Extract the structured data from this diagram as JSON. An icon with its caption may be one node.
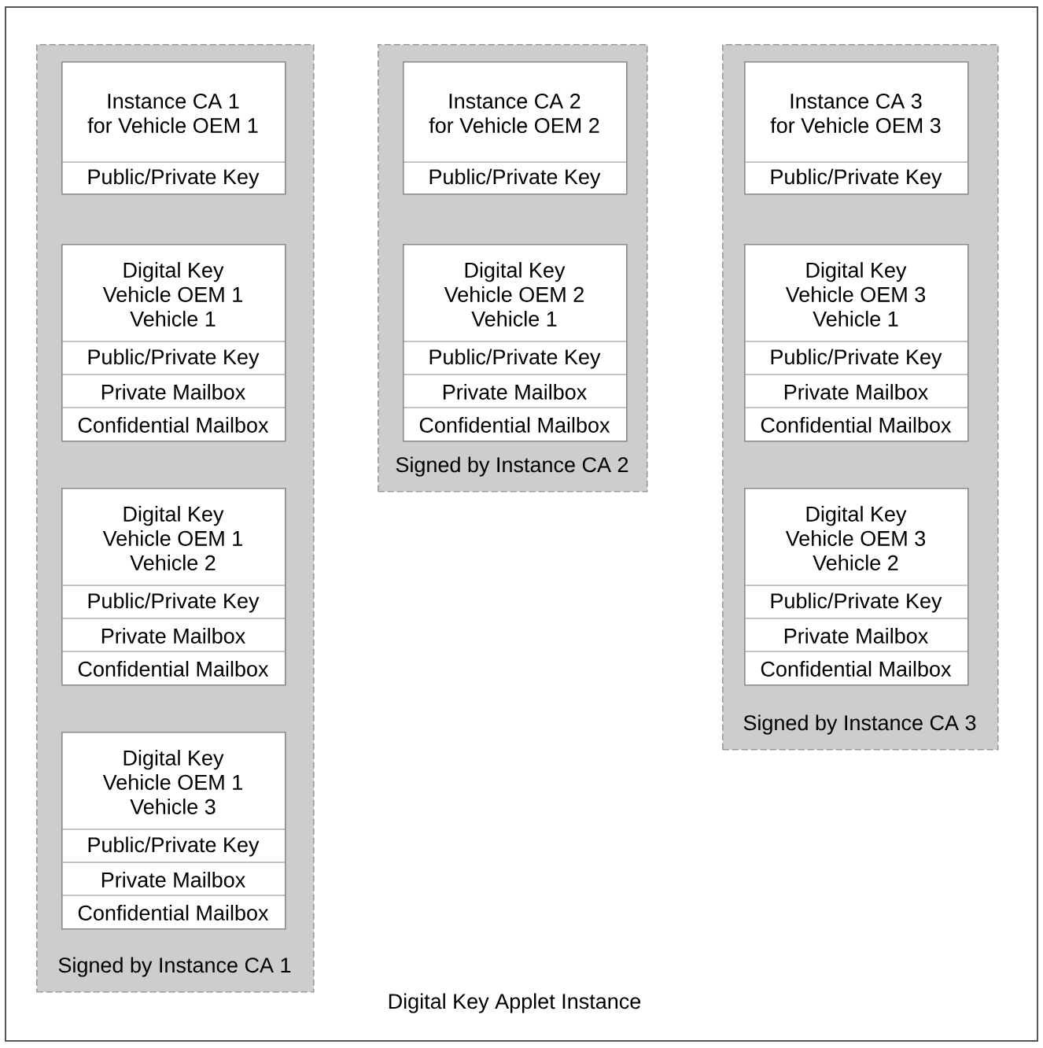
{
  "diagram": {
    "nodes": [
      {
        "text": [
          "Digital Key Applet Instance"
        ]
      },
      {
        "text": [
          "Signed by Instance CA 1"
        ],
        "in": 0
      },
      {
        "text": [
          "Instance CA 1 for Vehicle OEM 1",
          "Public/Private Key"
        ],
        "in": 1
      },
      {
        "text": [
          "Digital Key Vehicle OEM 1 Vehicle 1",
          "Public/Private Key",
          "Private Mailbox",
          "Confidential Mailbox"
        ],
        "in": 1
      },
      {
        "text": [
          "Digital Key Vehicle OEM 1 Vehicle 2",
          "Public/Private Key",
          "Private Mailbox",
          "Confidential Mailbox"
        ],
        "in": 1
      },
      {
        "text": [
          "Digital Key Vehicle OEM 1 Vehicle 3",
          "Public/Private Key",
          "Private Mailbox",
          "Confidential Mailbox"
        ],
        "in": 1
      },
      {
        "text": [
          "Signed by Instance CA 2"
        ],
        "in": 0
      },
      {
        "text": [
          "Instance CA 2 for Vehicle OEM 2",
          "Public/Private Key"
        ],
        "in": 6
      },
      {
        "text": [
          "Digital Key Vehicle OEM 2 Vehicle 1",
          "Public/Private Key",
          "Private Mailbox",
          "Confidential Mailbox"
        ],
        "in": 6
      },
      {
        "text": [
          "Signed by Instance CA 3"
        ],
        "in": 0
      },
      {
        "text": [
          "Instance CA 3 for Vehicle OEM 3",
          "Public/Private Key"
        ],
        "in": 9
      },
      {
        "text": [
          "Digital Key Vehicle OEM 3 Vehicle 1",
          "Public/Private Key",
          "Private Mailbox",
          "Confidential Mailbox"
        ],
        "in": 9
      },
      {
        "text": [
          "Digital Key Vehicle OEM 3 Vehicle 2",
          "Public/Private Key",
          "Private Mailbox",
          "Confidential Mailbox"
        ],
        "in": 9
      }
    ],
    "edges": []
  }
}
